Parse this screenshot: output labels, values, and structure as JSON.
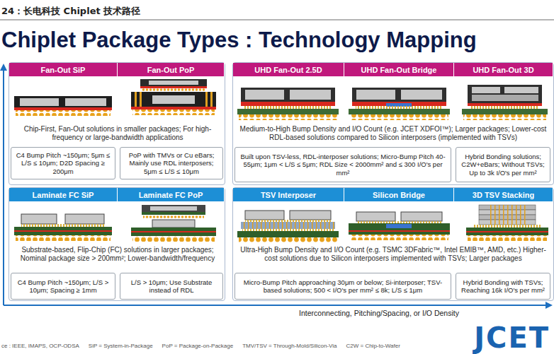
{
  "diagram": {
    "title": "Chiplet Package Types : Technology Mapping",
    "caption": "24：长电科技 Chiplet 技术路径",
    "nodes": [
      {
        "text": [
          "Chip-First, Fan-Out solutions in smaller packages; For high-frequency or large-bandwidth applications"
        ]
      },
      {
        "text": [
          "Fan-Out SiP"
        ],
        "in": 0
      },
      {
        "text": [
          "Fan-Out PoP"
        ],
        "in": 0
      },
      {
        "text": [
          "C4 Bump Pitch ~150μm; 5μm ≤ L/S ≤ 10μm; D2D Spacing ≥ 200μm"
        ],
        "in": 0
      },
      {
        "text": [
          "PoP with TMVs or Cu eBars; Mainly use RDL interposers; 5μm ≤ L/S ≤ 10μm"
        ],
        "in": 0
      },
      {
        "text": [
          "Medium-to-High Bump Density and I/O Count (e.g. JCET XDFOI™); Larger packages; Lower-cost RDL-based solutions compared to Silicon interposers (implemented with TSVs)"
        ]
      },
      {
        "text": [
          "UHD Fan-Out 2.5D"
        ],
        "in": 5
      },
      {
        "text": [
          "UHD Fan-Out Bridge"
        ],
        "in": 5
      },
      {
        "text": [
          "UHD Fan-Out 3D"
        ],
        "in": 5
      },
      {
        "text": [
          "Built upon TSV-less, RDL-interposer solutions; Micro-Bump Pitch 40-55μm; 1μm < L/S ≤ 5μm; RDL Size < 2000mm² and ≤ 300 I/O's per mm²"
        ],
        "in": 5
      },
      {
        "text": [
          "Hybrid Bonding solutions; C2W+eBars; Without TSVs; Up to 3k I/O's per mm²"
        ],
        "in": 5
      },
      {
        "text": [
          "Substrate-based, Flip-Chip (FC) solutions in larger packages; Nominal package size > 200mm²; Lower-bandwidth/frequency"
        ]
      },
      {
        "text": [
          "Laminate FC SiP"
        ],
        "in": 11
      },
      {
        "text": [
          "Laminate FC PoP"
        ],
        "in": 11
      },
      {
        "text": [
          "C4 Bump Pitch ~150μm; L/S > 10μm; Spacing ≥ 1mm"
        ],
        "in": 11
      },
      {
        "text": [
          "L/S > 10μm; Use Substrate instead of RDL"
        ],
        "in": 11
      },
      {
        "text": [
          "Ultra-High Bump Density and I/O Count (e.g. TSMC 3DFabric™, Intel EMIB™, AMD, etc.) Higher-cost solutions due to Silicon interposers implemented with TSVs; Larger packages"
        ]
      },
      {
        "text": [
          "TSV Interposer"
        ],
        "in": 16
      },
      {
        "text": [
          "Silicon Bridge"
        ],
        "in": 16
      },
      {
        "text": [
          "3D TSV Stacking"
        ],
        "in": 16
      },
      {
        "text": [
          "Micro-Bump Pitch approaching 30μm or below; Si-interposer; TSV-based solutions; 500 < I/O's per mm² ≤ 8k; L/S ≤ 1μm"
        ],
        "in": 16
      },
      {
        "text": [
          "Hybrid Bonding with TSVs; Reaching 16k I/O's per mm²"
        ],
        "in": 16
      }
    ],
    "labels": [
      "Interconnecting, Pitching/Spacing, or I/O Density",
      "ce : IEEE, IMAPS, OCP-ODSA",
      "SiP = System-in-Package",
      "PoP = Package-on-Package",
      "TMV/TSV = Through-Mold/Silicon-Via",
      "C2W = Chip-to-Wafer",
      "JCET"
    ]
  }
}
